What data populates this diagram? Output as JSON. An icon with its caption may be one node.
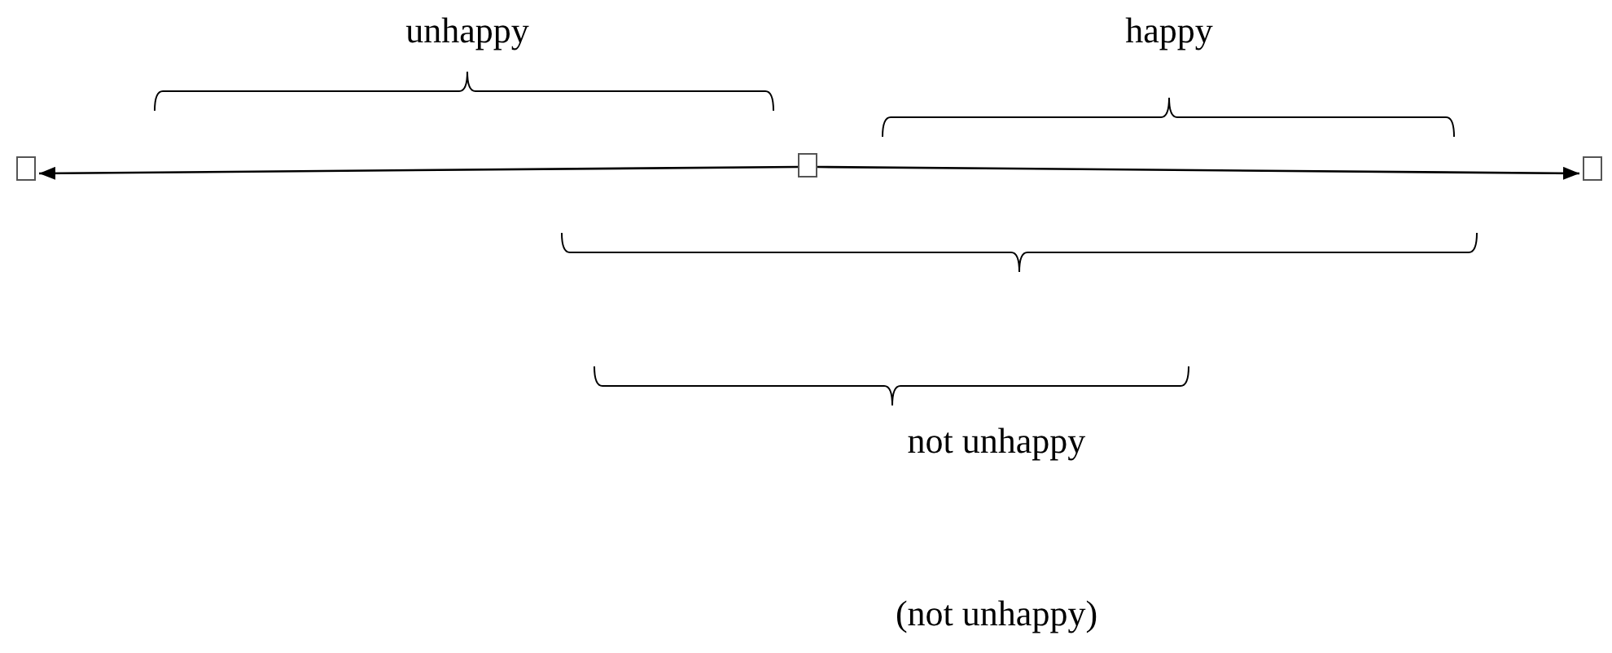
{
  "diagram": {
    "nodes": [
      {
        "text": [],
        "shape": "box"
      },
      {
        "text": [],
        "shape": "box"
      },
      {
        "text": [],
        "shape": "box"
      }
    ],
    "edges": [
      {
        "from": 1,
        "to": 0,
        "arrow": "to"
      },
      {
        "from": 1,
        "to": 2,
        "arrow": "to"
      }
    ],
    "labels": [
      "unhappy",
      "happy",
      "not unhappy",
      "(not unhappy)"
    ]
  }
}
